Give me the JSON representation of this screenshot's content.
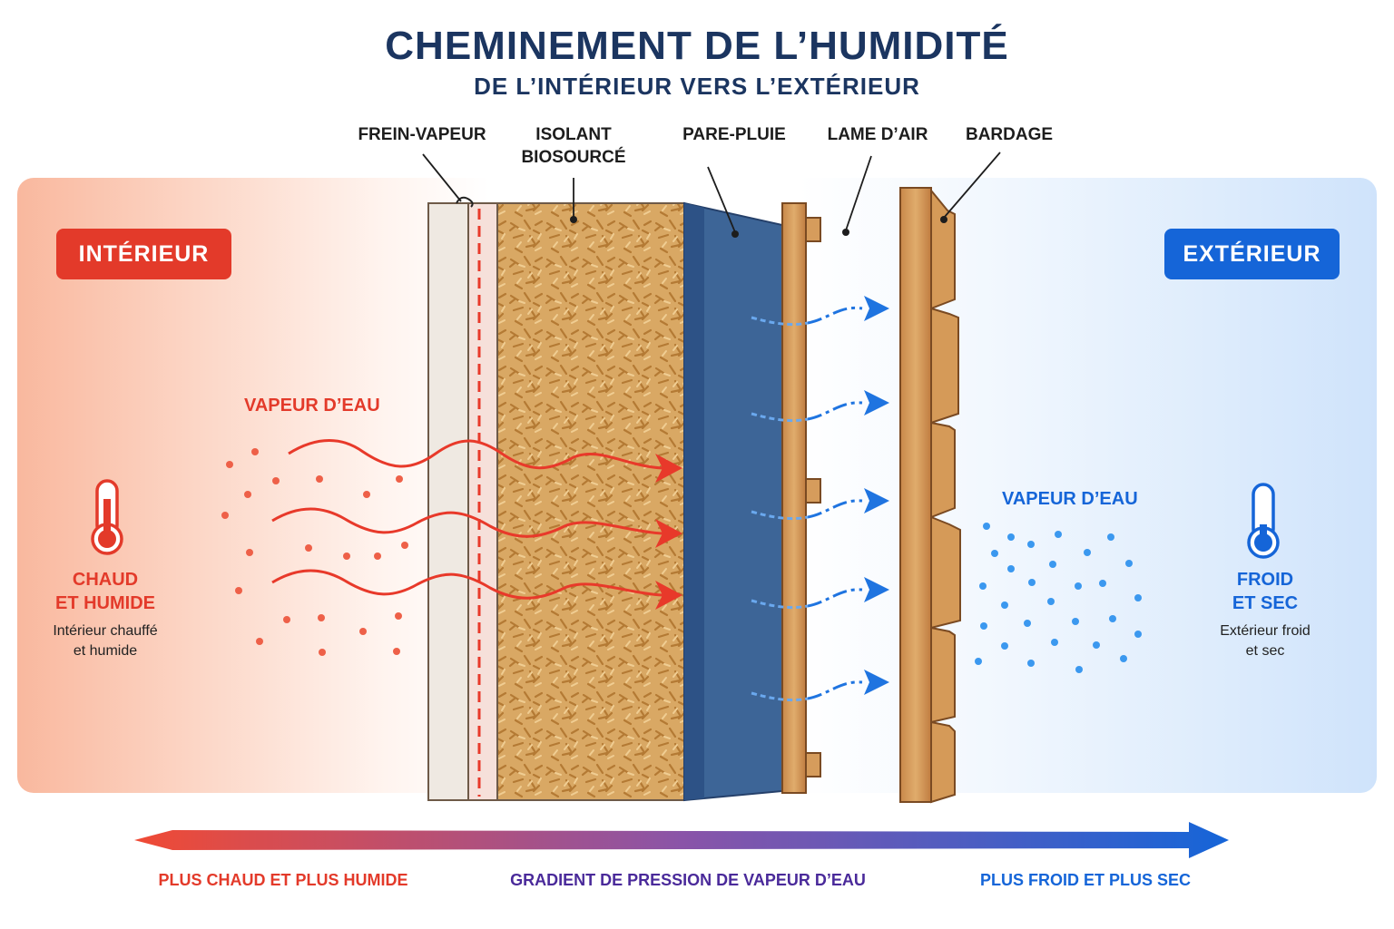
{
  "header": {
    "title": "CHEMINEMENT DE L’HUMIDITÉ",
    "subtitle": "DE L’INTÉRIEUR VERS L’EXTÉRIEUR"
  },
  "layers": [
    {
      "label": "FREIN-VAPEUR"
    },
    {
      "label": "ISOLANT\nBIOSOURCÉ"
    },
    {
      "label": "PARE-PLUIE"
    },
    {
      "label": "LAME D’AIR"
    },
    {
      "label": "BARDAGE"
    }
  ],
  "interior": {
    "badge": "INTÉRIEUR",
    "condition": "CHAUD\nET HUMIDE",
    "description": "Intérieur chauffé\net humide",
    "vapor_label": "VAPEUR D’EAU",
    "color": "#e33a2a"
  },
  "exterior": {
    "badge": "EXTÉRIEUR",
    "condition": "FROID\nET SEC",
    "description": "Extérieur froid\net sec",
    "vapor_label": "VAPEUR D’EAU",
    "color": "#1565d8"
  },
  "gradient": {
    "left_label": "PLUS CHAUD ET PLUS HUMIDE",
    "center_label": "GRADIENT DE PRESSION DE VAPEUR D’EAU",
    "right_label": "PLUS FROID ET PLUS SEC",
    "left_color": "#e33a2a",
    "center_color": "#4a2a9a",
    "right_color": "#1565d8"
  },
  "icons": {
    "interior": "thermometer-hot-icon",
    "exterior": "thermometer-cold-icon"
  }
}
